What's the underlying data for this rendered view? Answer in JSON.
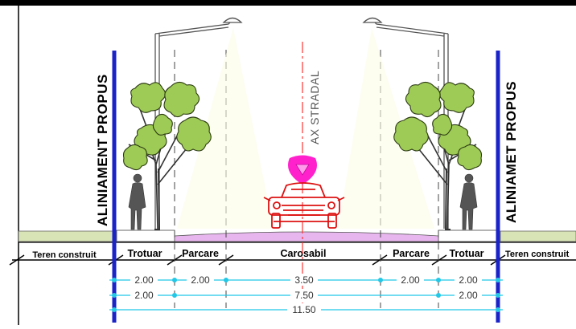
{
  "alignment_left": "ALINIAMENT PROPUS",
  "alignment_right": "ALINIAMET PROPUS",
  "axis_label": "AX STRADAL",
  "zone_labels": {
    "teren_left": "Teren construit",
    "trotuar_left": "Trotuar",
    "parcare_left": "Parcare",
    "carosabil": "Carosabil",
    "parcare_right": "Parcare",
    "trotuar_right": "Trotuar",
    "teren_right": "Teren construit"
  },
  "dimensions": {
    "row1": {
      "trotuar_left": "2.00",
      "parcare_left": "2.00",
      "carosabil": "3.50",
      "parcare_right": "2.00",
      "trotuar_right": "2.00"
    },
    "row2": {
      "trotuar_left": "2.00",
      "carriageway": "7.50",
      "trotuar_right": "2.00"
    },
    "row3": {
      "total": "11.50"
    }
  },
  "colors": {
    "alignment_line": "#1a23c8",
    "axis_line": "#ff3333",
    "car": "#dd1111",
    "axis_marker": "#ff22cc",
    "pavement": "#e8b6ee",
    "ground": "#d9e4b6",
    "dimension": "#22c8e6",
    "foliage": "#9ecb55"
  }
}
